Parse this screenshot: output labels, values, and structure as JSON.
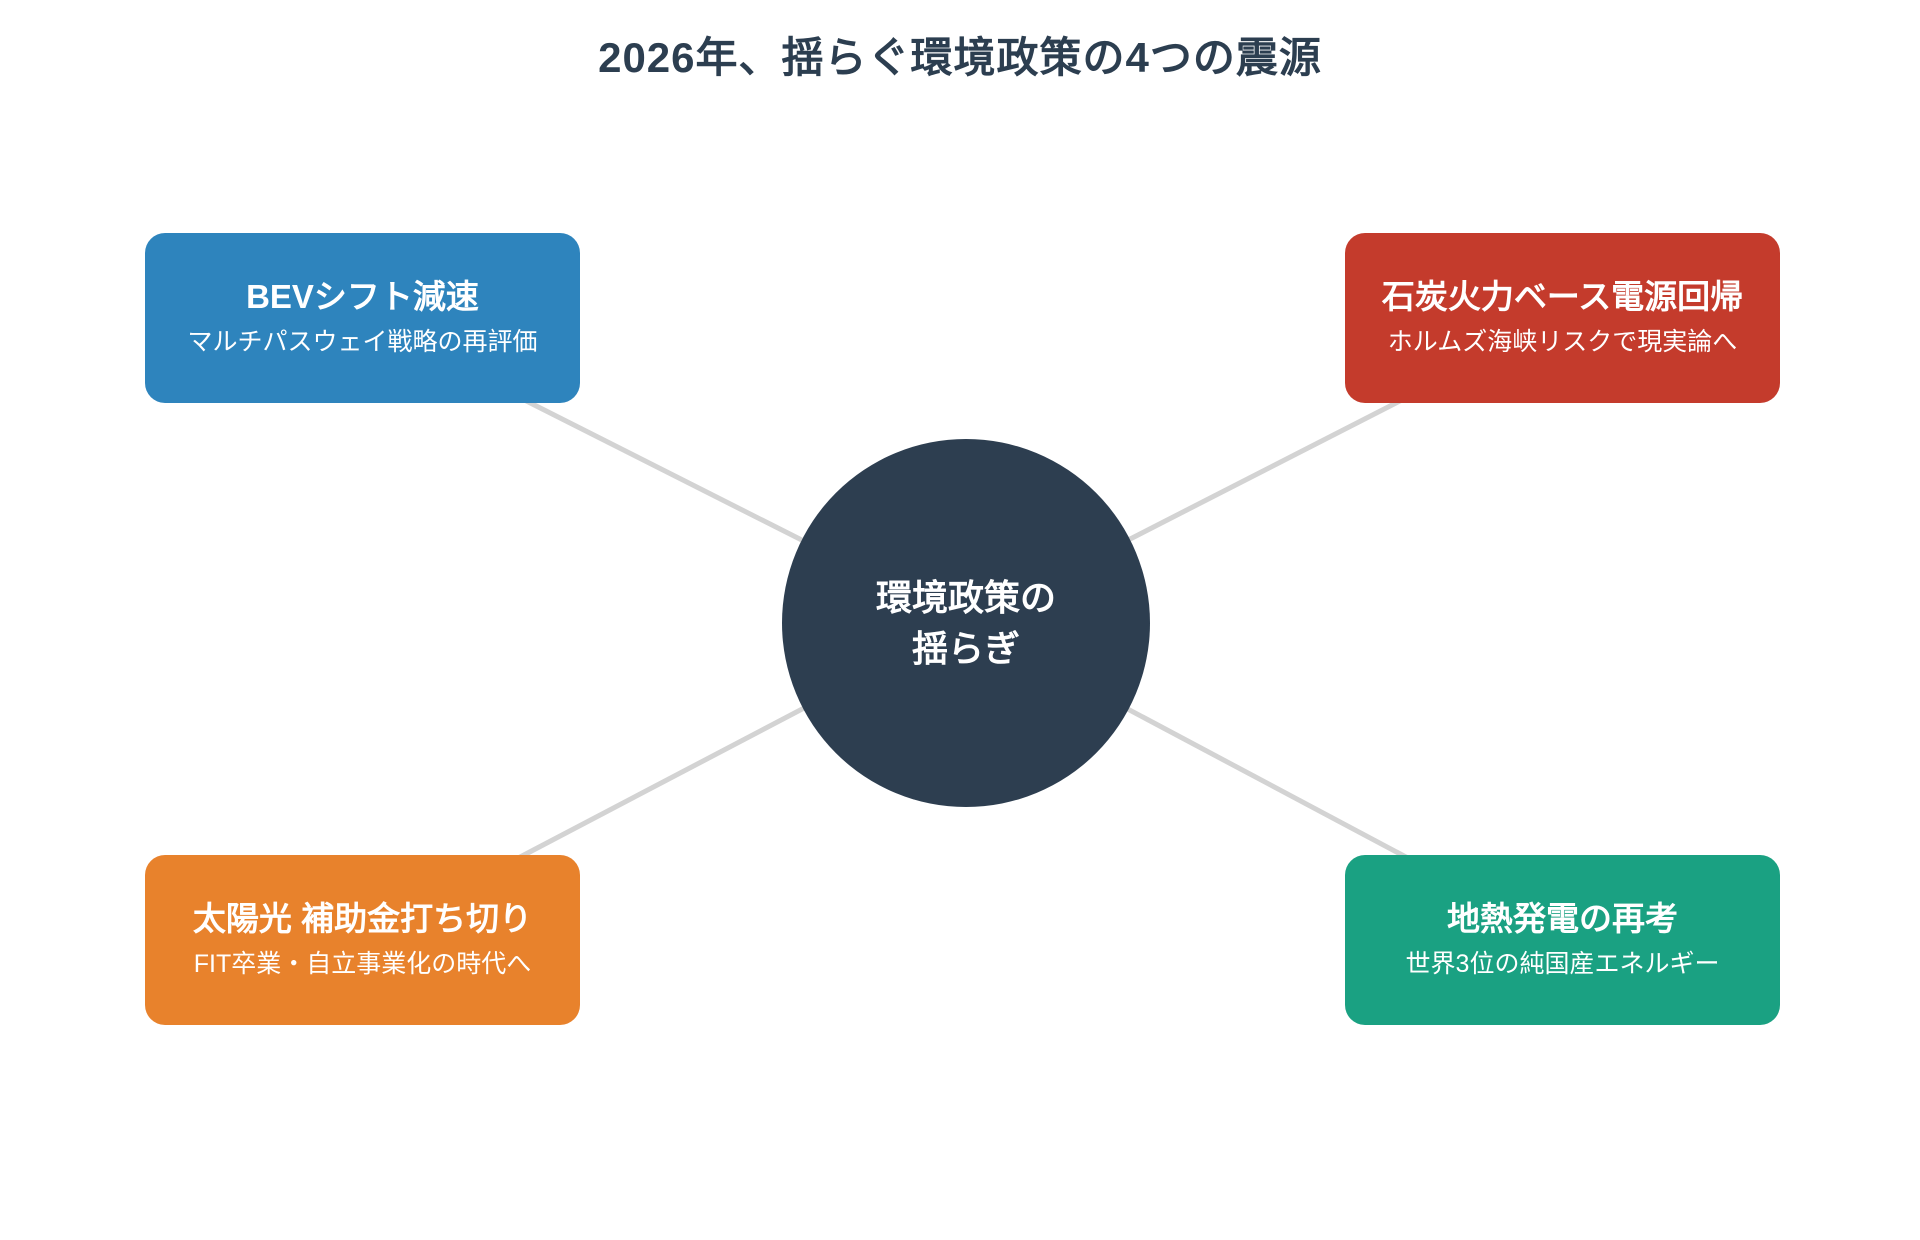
{
  "title": "2026年、揺らぐ環境政策の4つの震源",
  "colors": {
    "title_text": "#2c3e50",
    "center_circle": "#2d3e50",
    "center_text": "#ffffff",
    "connector": "#d3d3d3",
    "background": "#ffffff"
  },
  "center": {
    "line1": "環境政策の",
    "line2": "揺らぎ"
  },
  "nodes": [
    {
      "id": "bev-shift",
      "position": "top-left",
      "title": "BEVシフト減速",
      "subtitle": "マルチパスウェイ戦略の再評価",
      "color": "#2e84bd"
    },
    {
      "id": "coal-power-return",
      "position": "top-right",
      "title": "石炭火力ベース電源回帰",
      "subtitle": "ホルムズ海峡リスクで現実論へ",
      "color": "#c43b2c"
    },
    {
      "id": "solar-subsidy-cutoff",
      "position": "bottom-left",
      "title": "太陽光 補助金打ち切り",
      "subtitle": "FIT卒業・自立事業化の時代へ",
      "color": "#e8822c"
    },
    {
      "id": "geothermal-rethink",
      "position": "bottom-right",
      "title": "地熱発電の再考",
      "subtitle": "世界3位の純国産エネルギー",
      "color": "#1aa182"
    }
  ]
}
